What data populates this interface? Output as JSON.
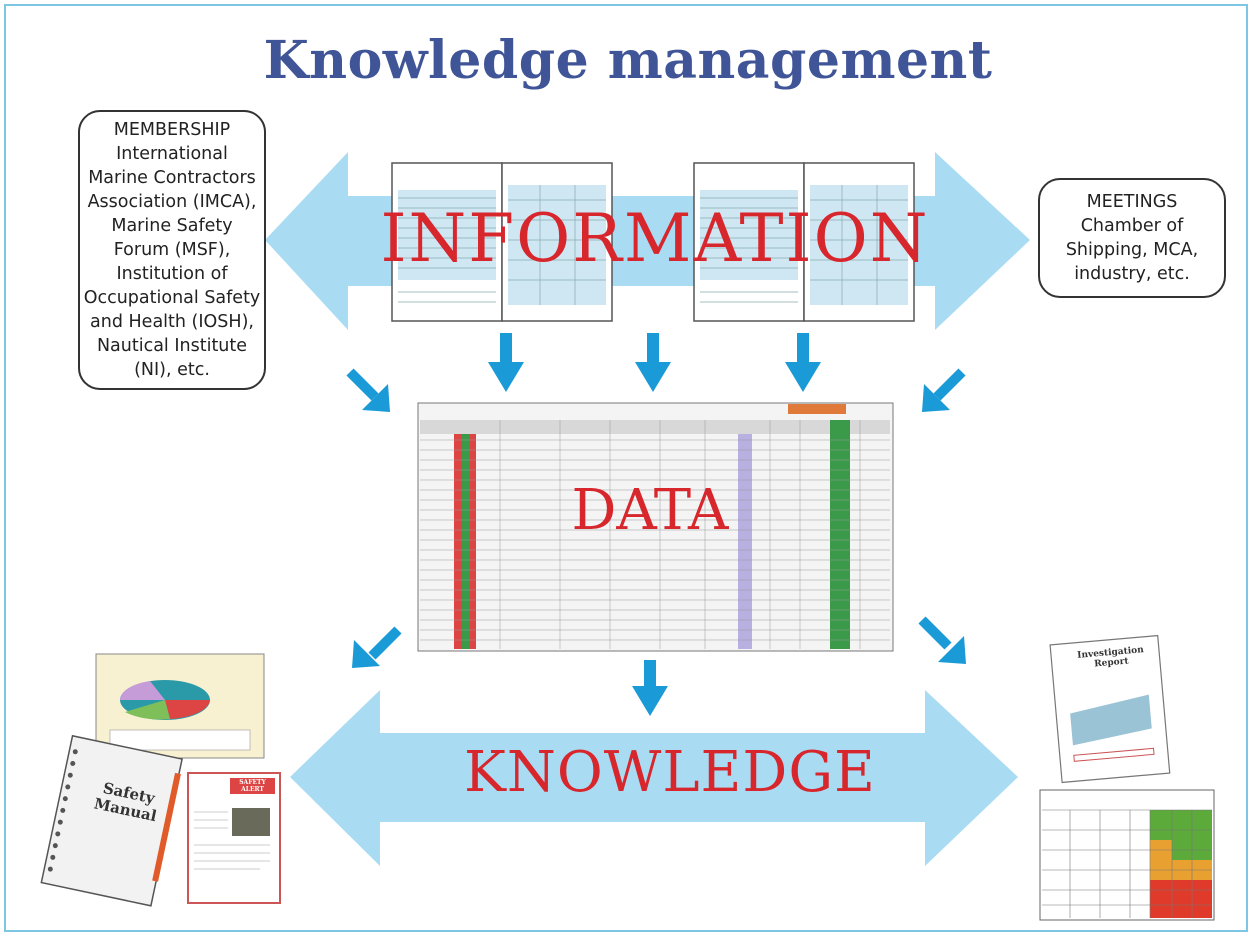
{
  "title": "Knowledge management",
  "membership_box": {
    "lines": [
      "MEMBERSHIP",
      "International",
      "Marine Contractors",
      "Association (IMCA),",
      "Marine Safety",
      "Forum (MSF),",
      "Institution of",
      "Occupational Safety",
      "and Health (IOSH),",
      "Nautical Institute",
      "(NI), etc."
    ]
  },
  "meetings_box": {
    "lines": [
      "MEETINGS",
      "Chamber of",
      "Shipping, MCA,",
      "industry, etc."
    ]
  },
  "labels": {
    "information": "INFORMATION",
    "data": "DATA",
    "knowledge": "KNOWLEDGE"
  },
  "thumbnails": {
    "safety_manual": "Safety Manual",
    "safety_alert": "SAFETY ALERT",
    "investigation_report": "Investigation Report"
  },
  "colors": {
    "title": "#3f5597",
    "arrow_light": "#a9dcf3",
    "arrow_dark": "#1a9ad6",
    "label_red": "#d7262c",
    "frame": "#7ec6e6"
  }
}
